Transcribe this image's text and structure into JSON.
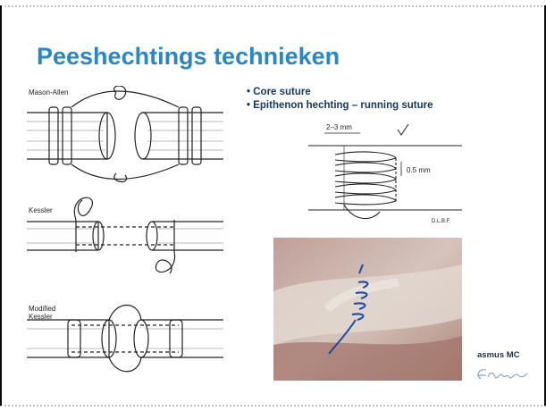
{
  "slide": {
    "title": "Peeshechtings technieken",
    "bullets": [
      "Core suture",
      "Epithenon hechting – running suture"
    ]
  },
  "left_figure": {
    "labels": [
      "Mason-Allen",
      "Kessler",
      "Modified\nKessler"
    ]
  },
  "right_figure": {
    "dim_top": "2–3 mm",
    "dim_side": "0.5 mm",
    "credit": "D.L.B.F."
  },
  "logo": {
    "text": "asmus MC",
    "signature": "Erafung"
  },
  "colors": {
    "title": "#2a86c6",
    "bullet": "#17365d",
    "border": "#b9c2cf"
  }
}
